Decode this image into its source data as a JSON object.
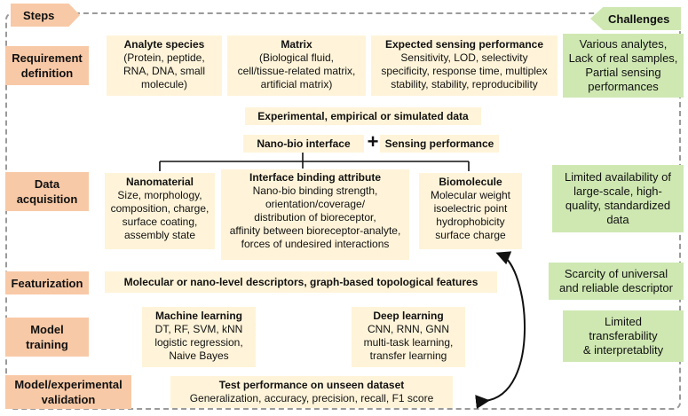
{
  "headers": {
    "steps": "Steps",
    "challenges": "Challenges"
  },
  "steps": {
    "requirement": [
      "Requirement",
      "definition"
    ],
    "data": [
      "Data",
      "acquisition"
    ],
    "featurization": [
      "Featurization"
    ],
    "model": [
      "Model",
      "training"
    ],
    "validation": [
      "Model/experimental",
      "validation"
    ]
  },
  "requirement": {
    "analyte": {
      "title": "Analyte species",
      "lines": [
        "(Protein, peptide,",
        "RNA, DNA,  small",
        "molecule)"
      ]
    },
    "matrix": {
      "title": "Matrix",
      "lines": [
        "(Biological fluid,",
        "cell/tissue-related matrix,",
        "artificial matrix)"
      ]
    },
    "performance": {
      "title": "Expected sensing performance",
      "lines": [
        "Sensitivity, LOD, selectivity",
        "specificity, response time, multiplex",
        "stability, stability, reproducibility"
      ]
    }
  },
  "data_source": "Experimental, empirical or simulated data",
  "nano_bio_interface": "Nano-bio interface",
  "plus": "+",
  "sensing_performance": "Sensing performance",
  "acquisition": {
    "nanomaterial": {
      "title": "Nanomaterial",
      "lines": [
        "Size, morphology,",
        "composition, charge,",
        "surface coating,",
        "assembly state"
      ]
    },
    "interface": {
      "title": "Interface binding attribute",
      "lines": [
        "Nano-bio binding strength,",
        "orientation/coverage/",
        "distribution of bioreceptor,",
        "affinity between bioreceptor-analyte,",
        "forces of undesired interactions"
      ]
    },
    "biomolecule": {
      "title": "Biomolecule",
      "lines": [
        "Molecular weight",
        "isoelectric point",
        "hydrophobicity",
        "surface charge"
      ]
    }
  },
  "featurization_text": "Molecular or nano-level descriptors, graph-based topological features",
  "training": {
    "ml": {
      "title": "Machine learning",
      "lines": [
        "DT, RF, SVM, kNN",
        "logistic regression,",
        "Naive Bayes"
      ]
    },
    "dl": {
      "title": "Deep learning",
      "lines": [
        "CNN, RNN, GNN",
        "multi-task learning,",
        "transfer learning"
      ]
    }
  },
  "validation": {
    "title": "Test performance on unseen dataset",
    "line": "Generalization, accuracy, precision, recall, F1 score"
  },
  "challenges": {
    "requirement": [
      "Various analytes,",
      "Lack of real samples,",
      "Partial sensing",
      "performances"
    ],
    "data": [
      "Limited availability of",
      "large-scale, high-",
      "quality, standardized",
      "data"
    ],
    "featurization": [
      "Scarcity of universal",
      "and reliable descriptor"
    ],
    "model": [
      "Limited",
      "transferability",
      "& interpretablity"
    ]
  },
  "colors": {
    "step_fill": "#f8c9a6",
    "content_fill": "#fff4d9",
    "challenge_fill": "#cfe8b2",
    "frame_dash": "#9a9a9a"
  }
}
